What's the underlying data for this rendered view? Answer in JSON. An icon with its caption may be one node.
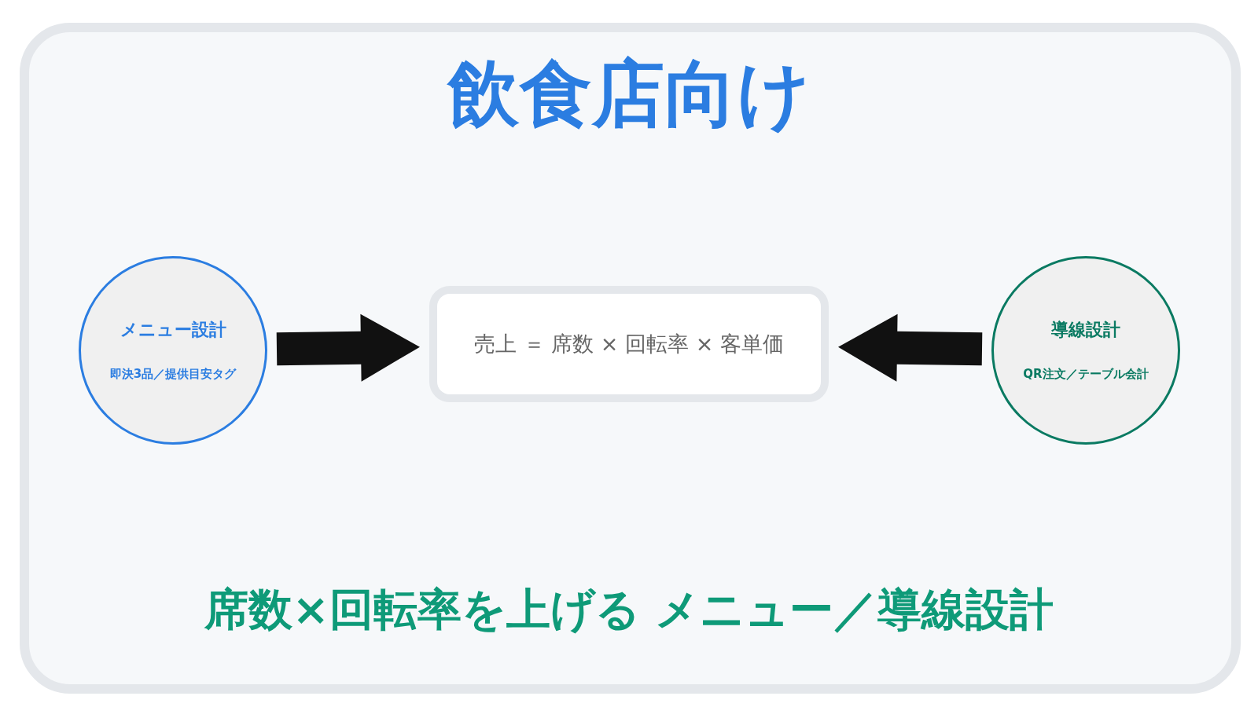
{
  "diagram": {
    "title": "飲食店向け",
    "caption": "席数×回転率を上げる メニュー／導線設計",
    "nodes": [
      {
        "text": [
          "メニュー設計",
          "即決3品／提供目安タグ"
        ]
      },
      {
        "text": [
          "売上 ＝ 席数 × 回転率 × 客単価"
        ]
      },
      {
        "text": [
          "導線設計",
          "QR注文／テーブル会計"
        ]
      }
    ],
    "edges": [
      {
        "from": 0,
        "to": 1,
        "arrow": "to",
        "style": "thick"
      },
      {
        "from": 2,
        "to": 1,
        "arrow": "to",
        "style": "thick"
      }
    ]
  }
}
